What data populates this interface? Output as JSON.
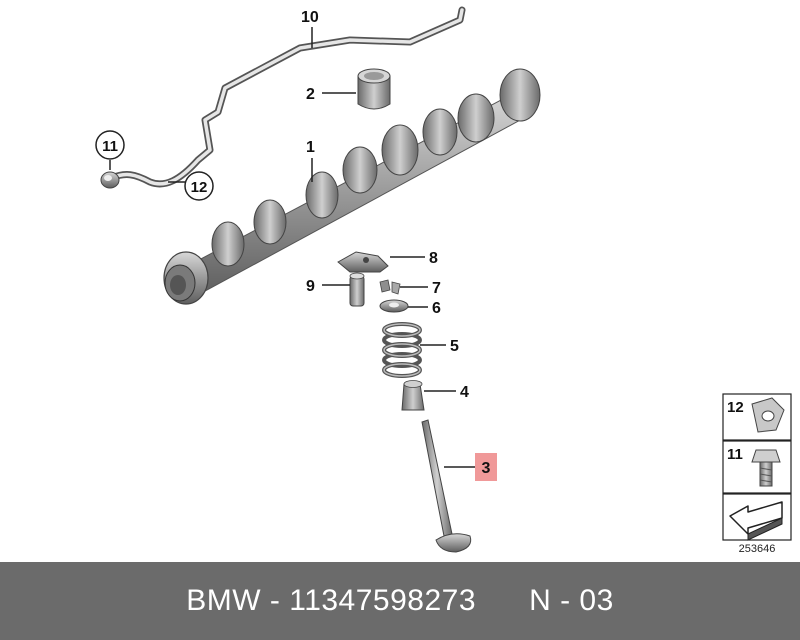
{
  "callouts": {
    "c1": "1",
    "c2": "2",
    "c3": "3",
    "c4": "4",
    "c5": "5",
    "c6": "6",
    "c7": "7",
    "c8": "8",
    "c9": "9",
    "c10": "10",
    "c11": "11",
    "c12": "12"
  },
  "legend": {
    "item_12": "12",
    "item_11": "11",
    "diagram_number": "253646"
  },
  "footer": {
    "brand": "BMW",
    "part_number": "11347598273",
    "code": "N - 03"
  },
  "colors": {
    "highlight": "#f09999",
    "footer_bg": "#6b6b6b",
    "part_fill": "#8a8a8a",
    "part_light": "#c4c4c4"
  }
}
